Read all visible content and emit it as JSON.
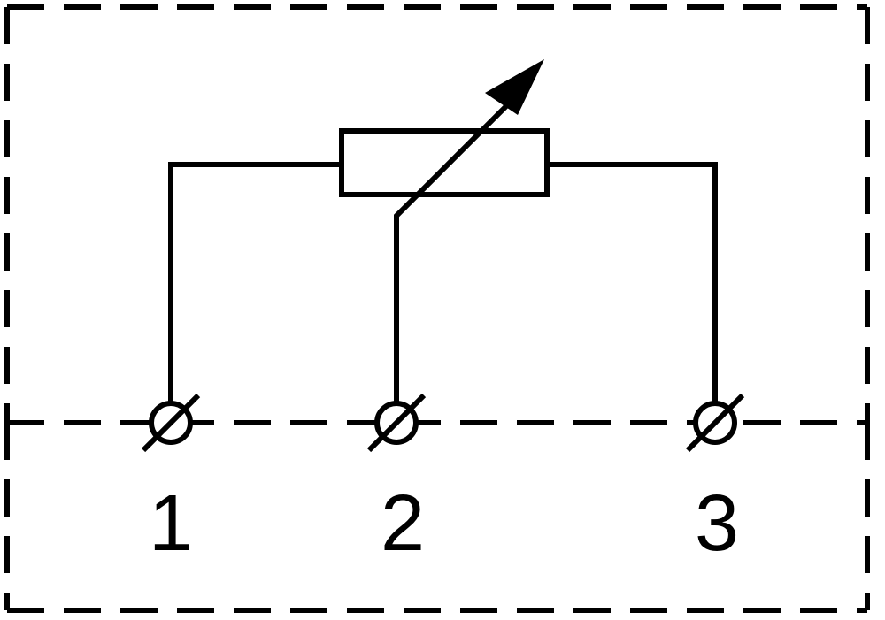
{
  "diagram": {
    "type": "variable-resistor-terminal-schematic",
    "colors": {
      "line": "#000000",
      "background": "#ffffff"
    },
    "terminals": [
      {
        "label": "1"
      },
      {
        "label": "2"
      },
      {
        "label": "3"
      }
    ]
  }
}
